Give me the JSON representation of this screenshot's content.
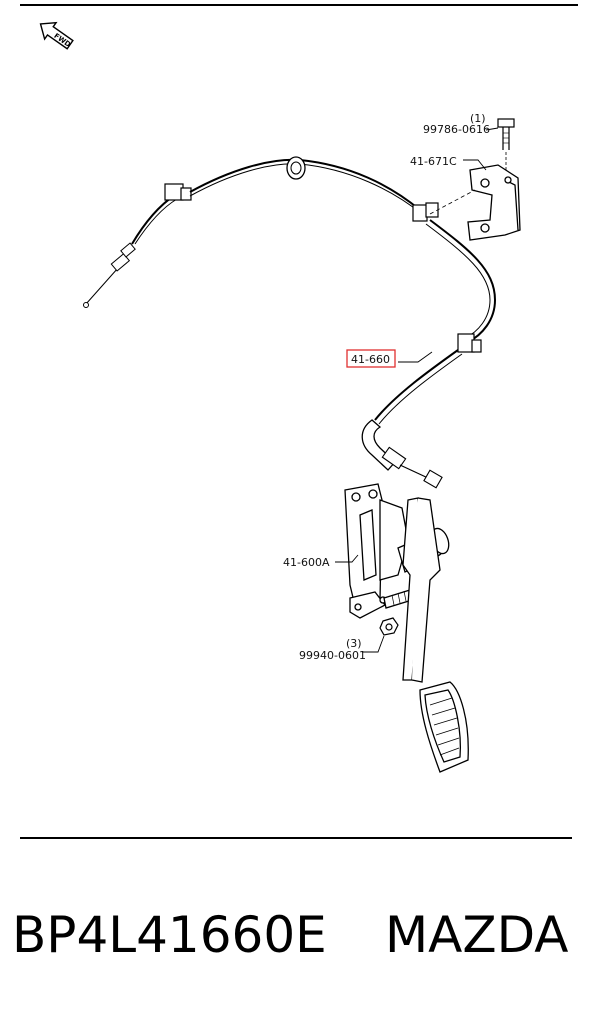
{
  "diagram": {
    "fwd_label": "FWD",
    "callouts": {
      "bolt_qty": "(1)",
      "bolt_part": "99786-0616",
      "bracket_part": "41-671C",
      "cable_part": "41-660",
      "pedal_part": "41-600A",
      "nut_qty": "(3)",
      "nut_part": "99940-0601"
    },
    "highlight_color": "#e03030"
  },
  "footer": {
    "part_number": "BP4L41660E",
    "brand": "MAZDA"
  }
}
